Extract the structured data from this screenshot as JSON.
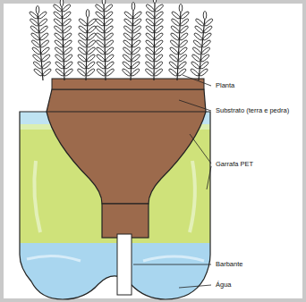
{
  "diagram": {
    "labels": [
      "Planta",
      "Substrato (terra e pedra)",
      "Garrafa PET",
      "Barbante",
      "Água"
    ]
  }
}
